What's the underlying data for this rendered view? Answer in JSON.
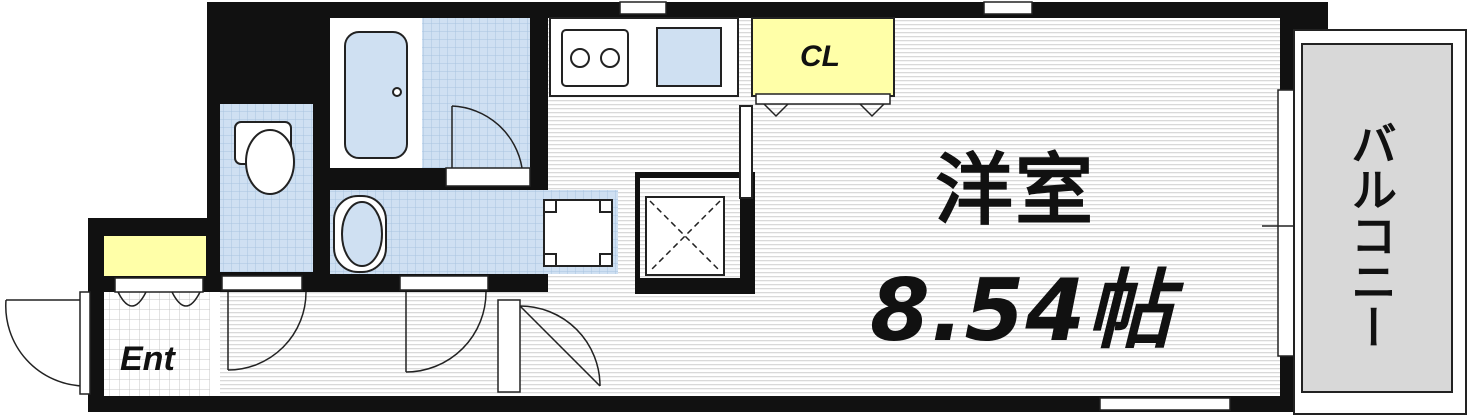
{
  "rooms": {
    "main_room_name": "洋室",
    "main_room_size": "8.54帖",
    "closet": "CL",
    "entrance": "Ent",
    "balcony": "バルコニー"
  },
  "colors": {
    "wall": "#111111",
    "room_stripe": "#e6e6e6",
    "wet_area_tile": "#cfe0f2",
    "closet_fill": "#ffffa8",
    "balcony_fill": "#d8d8d8"
  }
}
